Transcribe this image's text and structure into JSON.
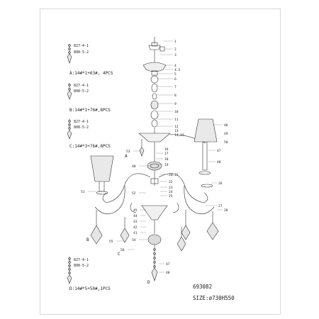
{
  "specs": [
    {
      "id": "A",
      "part_a": "827-4-1",
      "part_b": "808-5-2",
      "text": "A:14#*1+63#, 4PCS"
    },
    {
      "id": "B",
      "part_a": "827-4-1",
      "part_b": "808-5-2",
      "text": "B:14#*1+76#,8PCS"
    },
    {
      "id": "C",
      "part_a": "827-4-1",
      "part_b": "808-5-2",
      "text": "C:14#*3+76#,8PCS"
    },
    {
      "id": "D",
      "part_a": "827-4-1",
      "part_b": "808-5-2",
      "text": "D:14#*5+50#,1PCS"
    }
  ],
  "model": "693082",
  "size": "SIZE:ø730H550",
  "callouts_right": [
    "1",
    "2",
    "3",
    "4",
    "4.5",
    "5",
    "6",
    "7",
    "8",
    "9",
    "10",
    "11",
    "12",
    "13",
    "14,15",
    "16",
    "17",
    "18",
    "19",
    "20,21",
    "22",
    "23",
    "24",
    "25",
    "26",
    "27",
    "28",
    "46",
    "47",
    "48",
    "49",
    "50"
  ],
  "callouts_left": [
    "53",
    "40",
    "51",
    "52",
    "45",
    "44",
    "43",
    "42",
    "41",
    "55",
    "56",
    "54",
    "47",
    "48"
  ],
  "view_labels": [
    "A",
    "B",
    "C",
    "D"
  ]
}
